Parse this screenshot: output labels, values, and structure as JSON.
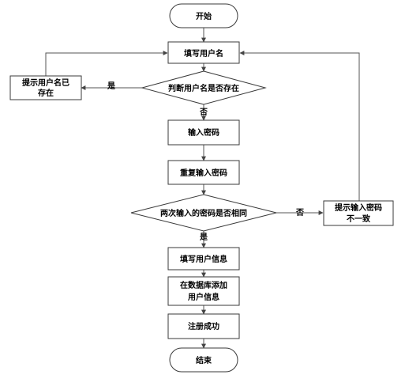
{
  "flowchart": {
    "nodes": {
      "start": "开始",
      "fill_username": "填写用户名",
      "check_username": "判断用户名是否存在",
      "show_exists_line1": "提示用户名已",
      "show_exists_line2": "存在",
      "enter_password": "输入密码",
      "repeat_password": "重复输入密码",
      "check_password": "两次输入的密码是否相同",
      "show_mismatch_line1": "提示输入密码",
      "show_mismatch_line2": "不一致",
      "fill_info": "填写用户信息",
      "add_db_line1": "在数据库添加",
      "add_db_line2": "用户信息",
      "register_success": "注册成功",
      "end": "结束"
    },
    "edges": {
      "username_yes": "是",
      "username_no": "否",
      "password_no": "否",
      "password_yes": "是"
    }
  }
}
